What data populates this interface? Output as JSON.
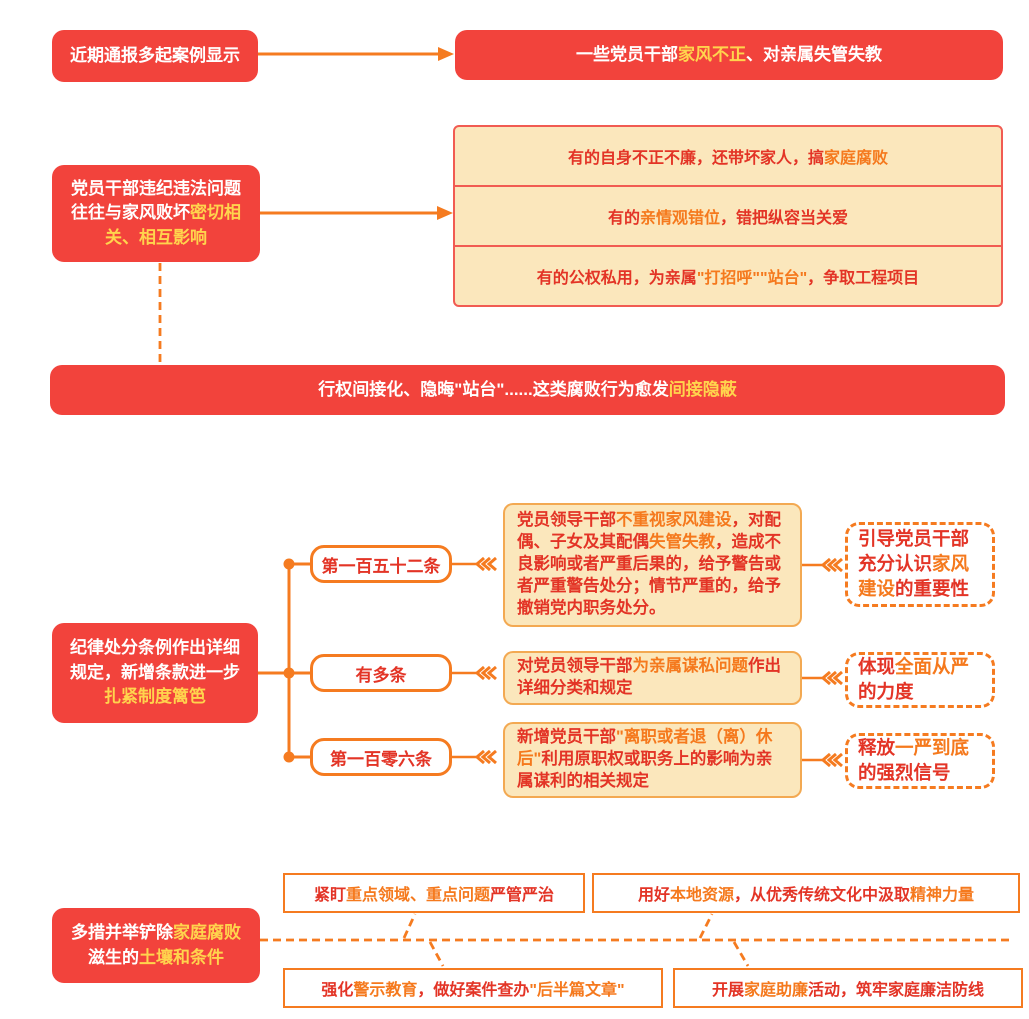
{
  "colors": {
    "red_box": "#F2433C",
    "yellow": "#FFD44D",
    "orange": "#F57B20",
    "orange_text": "#F5791D",
    "red_text": "#E33426",
    "cream": "#FBE7BC",
    "table_border": "#F15B52",
    "content_border": "#F3A952"
  },
  "section1": {
    "left": [
      {
        "t": "近期通报多起案例显示",
        "c": "w"
      }
    ],
    "right": [
      {
        "t": "一些党员干部",
        "c": "w"
      },
      {
        "t": "家风不正",
        "c": "y"
      },
      {
        "t": "、对亲属失管失教",
        "c": "w"
      }
    ]
  },
  "section2": {
    "left": [
      {
        "t": "党员干部违纪违法问题往往与家风败坏",
        "c": "w"
      },
      {
        "t": "密切相关、相互影响",
        "c": "y"
      }
    ],
    "rows": [
      [
        {
          "t": "有的自身不正不廉，还带坏家人，搞",
          "c": "r"
        },
        {
          "t": "家庭腐败",
          "c": "o"
        }
      ],
      [
        {
          "t": "有的",
          "c": "r"
        },
        {
          "t": "亲情观错位",
          "c": "o"
        },
        {
          "t": "，错把纵容当关爱",
          "c": "r"
        }
      ],
      [
        {
          "t": "有的公权私用，为亲属",
          "c": "r"
        },
        {
          "t": "\"打招呼\"\"站台\"",
          "c": "o"
        },
        {
          "t": "，争取工程项目",
          "c": "r"
        }
      ]
    ]
  },
  "banner": [
    {
      "t": "行权间接化、隐晦\"站台\"......这类腐败行为愈发",
      "c": "w"
    },
    {
      "t": "间接隐蔽",
      "c": "y"
    }
  ],
  "section3": {
    "left": [
      {
        "t": "纪律处分条例作出详细规定，新增条款进一步",
        "c": "w"
      },
      {
        "t": "扎紧制度篱笆",
        "c": "y"
      }
    ],
    "branches": [
      {
        "pill": "第一百五十二条",
        "content": [
          {
            "t": "党员领导干部",
            "c": "r"
          },
          {
            "t": "不重视家风建设",
            "c": "o"
          },
          {
            "t": "，对配偶、子女及其配偶",
            "c": "r"
          },
          {
            "t": "失管失教",
            "c": "o"
          },
          {
            "t": "，造成不良影响或者严重后果的，给予警告或者严重警告处分；情节严重的，给予撤销党内职务处分。",
            "c": "r"
          }
        ],
        "note": [
          {
            "t": "引导党员干部充分认识",
            "c": "r"
          },
          {
            "t": "家风建设",
            "c": "o"
          },
          {
            "t": "的重要性",
            "c": "r"
          }
        ]
      },
      {
        "pill": "有多条",
        "content": [
          {
            "t": "对党员领导干部",
            "c": "r"
          },
          {
            "t": "为亲属谋私问题",
            "c": "o"
          },
          {
            "t": "作出详细分类和规定",
            "c": "r"
          }
        ],
        "note": [
          {
            "t": "体现",
            "c": "r"
          },
          {
            "t": "全面从严",
            "c": "o"
          },
          {
            "t": "的力度",
            "c": "r"
          }
        ]
      },
      {
        "pill": "第一百零六条",
        "content": [
          {
            "t": "新增党员干部",
            "c": "r"
          },
          {
            "t": "\"离职或者退（离）休后\"",
            "c": "o"
          },
          {
            "t": "利用原职权或职务上的影响为亲属谋利的相关规定",
            "c": "r"
          }
        ],
        "note": [
          {
            "t": "释放",
            "c": "r"
          },
          {
            "t": "一严到底",
            "c": "o"
          },
          {
            "t": "的强烈信号",
            "c": "r"
          }
        ]
      }
    ]
  },
  "section4": {
    "left": [
      {
        "t": "多措并举铲除",
        "c": "w"
      },
      {
        "t": "家庭腐败",
        "c": "y"
      },
      {
        "t": "滋生的",
        "c": "w"
      },
      {
        "t": "土壤和条件",
        "c": "y"
      }
    ],
    "boxes": [
      [
        {
          "t": "紧盯",
          "c": "r"
        },
        {
          "t": "重点领域、重点问题",
          "c": "o"
        },
        {
          "t": "严管严治",
          "c": "r"
        }
      ],
      [
        {
          "t": "用好",
          "c": "r"
        },
        {
          "t": "本地资源",
          "c": "o"
        },
        {
          "t": "，从优秀传统文化中汲取",
          "c": "r"
        },
        {
          "t": "精神力量",
          "c": "o"
        }
      ],
      [
        {
          "t": "强化",
          "c": "r"
        },
        {
          "t": "警示教育",
          "c": "o"
        },
        {
          "t": "，做好案件查办",
          "c": "r"
        },
        {
          "t": "\"后半篇文章\"",
          "c": "o"
        }
      ],
      [
        {
          "t": "开展",
          "c": "r"
        },
        {
          "t": "家庭助廉",
          "c": "o"
        },
        {
          "t": "活动，筑牢家庭廉洁防线",
          "c": "r"
        }
      ]
    ]
  }
}
